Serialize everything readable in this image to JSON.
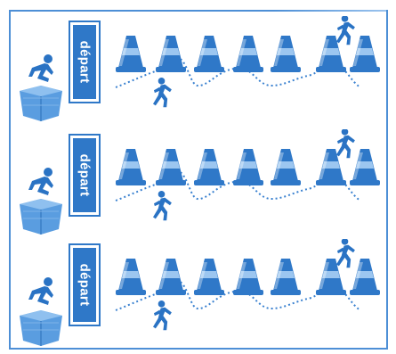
{
  "labels": {
    "start": "départ"
  },
  "colors": {
    "label_fill": "#2f78c8",
    "frame": "#4d8fd6",
    "cone_dark": "#2f78c8",
    "cone_light": "#9cc6f0",
    "runner": "#2a73c4",
    "path": "#3b82d0",
    "basket": "#5a9de0"
  },
  "icons": [
    "crouching-runner-icon",
    "basket-icon",
    "cone-icon",
    "running-person-icon",
    "dotted-path-icon"
  ],
  "lanes": [
    {
      "start_label": "départ",
      "cone_count": 7
    },
    {
      "start_label": "départ",
      "cone_count": 7
    },
    {
      "start_label": "départ",
      "cone_count": 7
    }
  ]
}
